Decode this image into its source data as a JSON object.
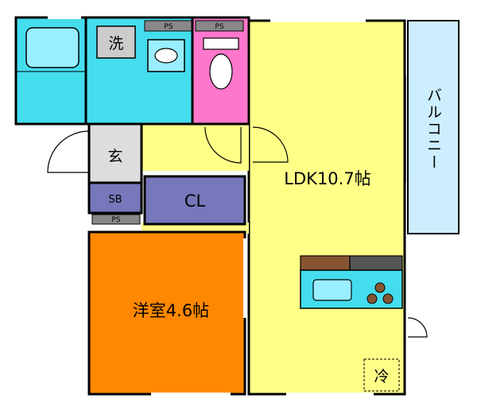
{
  "rooms": {
    "ldk": "LDK10.7帖",
    "western": "洋室4.6帖",
    "closet": "CL",
    "shoebox": "SB",
    "entrance": "玄",
    "washer": "洗",
    "fridge": "冷",
    "balcony": "バルコニー"
  },
  "labels": {
    "ps_toilet": "PS",
    "ps_right": "PS",
    "ps_hall": "PS"
  },
  "colors": {
    "ldk": "#ffff88",
    "western": "#ff8800",
    "closet": "#7777bb",
    "bath": "#44ddee",
    "toilet": "#ff77cc",
    "entrance": "#dddddd",
    "balcony": "#cceeff",
    "kitchen_counter": "#885533",
    "wall": "#000000"
  }
}
